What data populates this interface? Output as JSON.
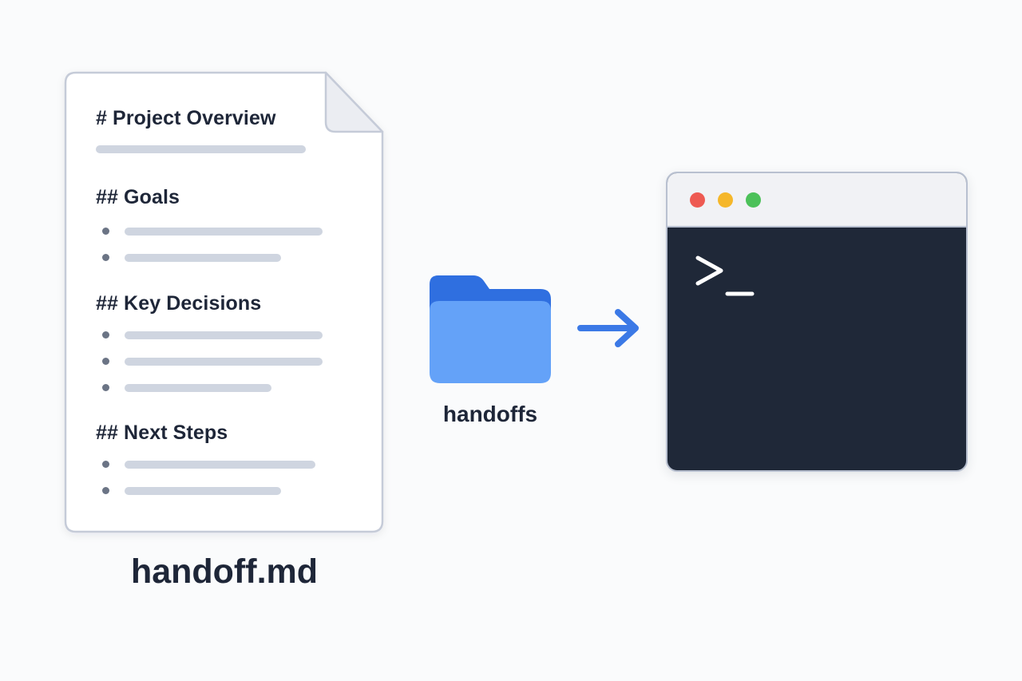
{
  "document": {
    "title": "# Project Overview",
    "sections": [
      {
        "heading": "## Goals"
      },
      {
        "heading": "## Key Decisions"
      },
      {
        "heading": "## Next Steps"
      }
    ],
    "file_name": "handoff.md"
  },
  "folder": {
    "label": "handoffs",
    "icon": "folder-icon"
  },
  "arrow": {
    "icon": "arrow-right-icon"
  },
  "terminal": {
    "icon": "terminal-prompt-icon",
    "traffic_lights": [
      "#ee5a52",
      "#f5b72a",
      "#4cc159"
    ]
  },
  "colors": {
    "text": "#1e2638",
    "accent_blue": "#3b79e6",
    "folder_back": "#2f6fe0",
    "folder_front": "#64a2f8",
    "terminal_bg": "#1f2838",
    "placeholder_line": "#cfd5e0",
    "bullet": "#6b7485"
  }
}
